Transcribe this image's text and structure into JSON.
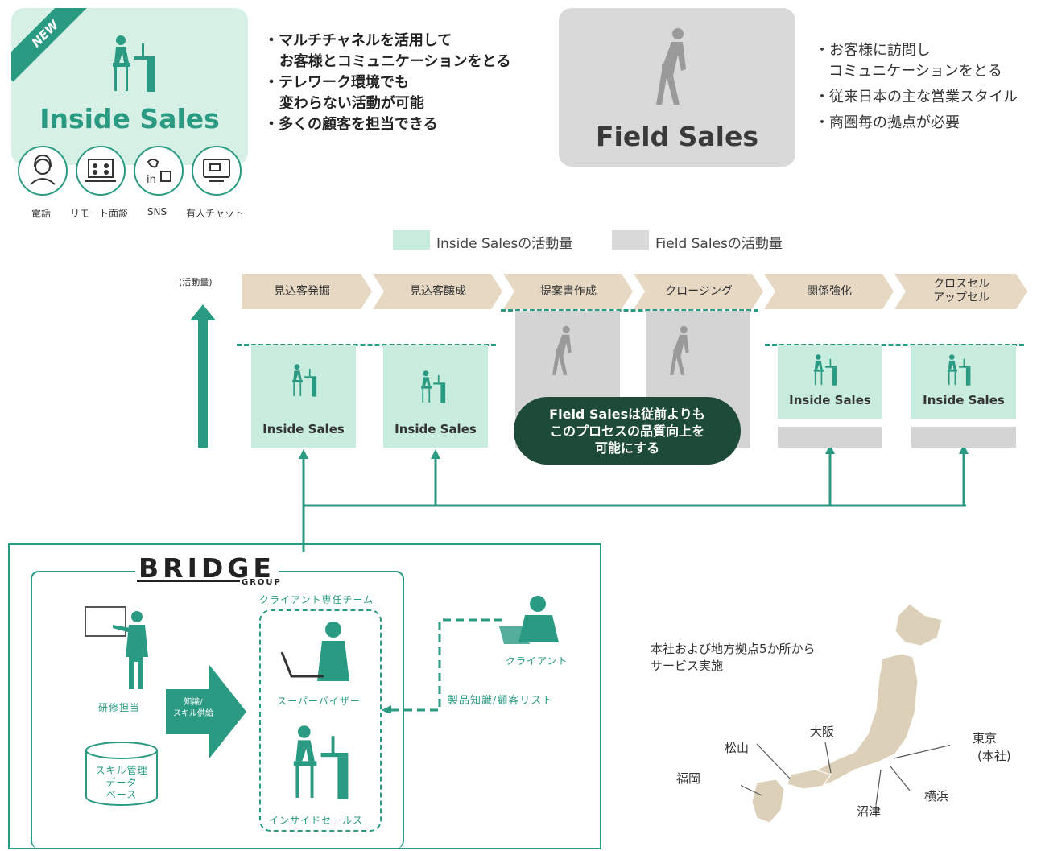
{
  "inside_sales_card": {
    "badge": "NEW",
    "title": "Inside Sales",
    "channels": [
      "電話",
      "リモート面談",
      "SNS",
      "有人チャット"
    ],
    "bullets": [
      {
        "line1": "マルチチャネルを活用して",
        "line2": "お客様とコミュニケーションをとる"
      },
      {
        "line1": "テレワーク環境でも",
        "line2": "変わらない活動が可能"
      },
      {
        "line1": "多くの顧客を担当できる",
        "line2": ""
      }
    ]
  },
  "field_sales_card": {
    "title": "Field Sales",
    "bullets": [
      {
        "line1": "お客様に訪問し",
        "line2": "コミュニケーションをとる"
      },
      {
        "line1": "従来日本の主な営業スタイル",
        "line2": ""
      },
      {
        "line1": "商圏毎の拠点が必要",
        "line2": ""
      }
    ]
  },
  "legend": {
    "inside": "Inside Salesの活動量",
    "field": "Field Salesの活動量"
  },
  "process": {
    "axis_label": "(活動量)",
    "steps": [
      {
        "line1": "見込客発掘",
        "line2": ""
      },
      {
        "line1": "見込客醸成",
        "line2": ""
      },
      {
        "line1": "提案書作成",
        "line2": ""
      },
      {
        "line1": "クロージング",
        "line2": ""
      },
      {
        "line1": "関係強化",
        "line2": ""
      },
      {
        "line1": "クロスセル",
        "line2": "アップセル"
      }
    ],
    "box_label": "Inside Sales",
    "callout": {
      "line1": "Field Salesは従前よりも",
      "line2": "このプロセスの品質向上を",
      "line3": "可能にする"
    }
  },
  "bridge": {
    "logo": "BRIDGE",
    "logo_sub": "GROUP",
    "team_title": "クライアント専任チーム",
    "trainer": "研修担当",
    "database": {
      "line1": "スキル管理",
      "line2": "データ",
      "line3": "ベース"
    },
    "arrow": {
      "line1": "知識/",
      "line2": "スキル供給"
    },
    "supervisor": "スーパーバイザー",
    "inside_sales": "インサイドセールス",
    "client": "クライアント",
    "flow_label": "製品知識/顧客リスト"
  },
  "map": {
    "caption_line1": "本社および地方拠点5か所から",
    "caption_line2": "サービス実施",
    "cities": {
      "tokyo": "東京",
      "tokyo_note": "(本社)",
      "osaka": "大阪",
      "matsuyama": "松山",
      "fukuoka": "福岡",
      "numazu": "沼津",
      "yokohama": "横浜"
    }
  },
  "colors": {
    "teal": "#2a9a82",
    "mint": "#c8ecdd",
    "gray": "#d4d4d4",
    "tan": "#e6d8c3",
    "dark_green": "#1e4a38"
  }
}
